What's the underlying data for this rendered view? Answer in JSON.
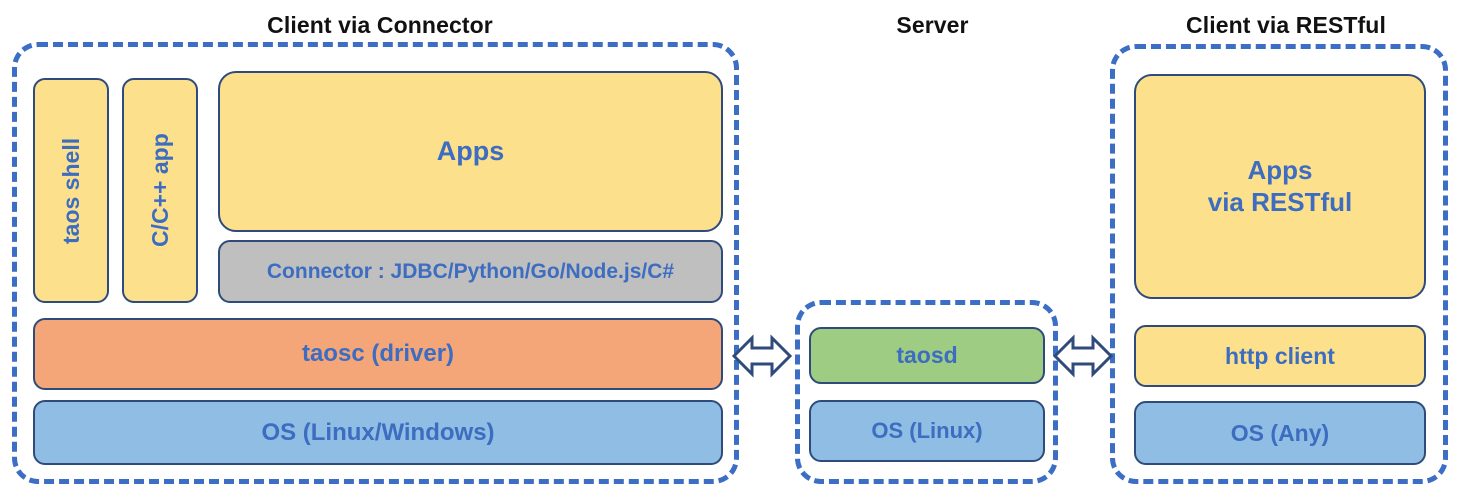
{
  "diagram": {
    "title_connector": "Client via Connector",
    "title_server": "Server",
    "title_restful": "Client via RESTful",
    "colors": {
      "dashed_border": "#3B6EC4",
      "box_border": "#2E4B7B",
      "text_blue": "#3C6DC0",
      "heading_black": "#111111",
      "yellow": "#FDE08C",
      "orange": "#F4A679",
      "blue": "#8FBDE3",
      "green": "#9ECC82",
      "gray": "#BFBFBF",
      "arrow_stroke": "#2E4B7B",
      "arrow_fill": "#FFFFFF"
    },
    "panels": [
      {
        "name": "client-via-connector",
        "label": "Client via Connector",
        "boxes": [
          {
            "name": "taos-shell",
            "label": "taos shell",
            "color": "yellow",
            "orientation": "vertical"
          },
          {
            "name": "cpp-app",
            "label": "C/C++ app",
            "color": "yellow",
            "orientation": "vertical"
          },
          {
            "name": "apps",
            "label": "Apps",
            "color": "yellow",
            "orientation": "horizontal"
          },
          {
            "name": "connector",
            "label": "Connector : JDBC/Python/Go/Node.js/C#",
            "color": "gray",
            "orientation": "horizontal"
          },
          {
            "name": "taosc",
            "label": "taosc (driver)",
            "color": "orange",
            "orientation": "horizontal"
          },
          {
            "name": "os",
            "label": "OS (Linux/Windows)",
            "color": "blue",
            "orientation": "horizontal"
          }
        ]
      },
      {
        "name": "server",
        "label": "Server",
        "boxes": [
          {
            "name": "taosd",
            "label": "taosd",
            "color": "green",
            "orientation": "horizontal"
          },
          {
            "name": "os",
            "label": "OS (Linux)",
            "color": "blue",
            "orientation": "horizontal"
          }
        ]
      },
      {
        "name": "client-via-restful",
        "label": "Client via RESTful",
        "boxes": [
          {
            "name": "apps-via-restful",
            "label": "Apps\nvia RESTful",
            "color": "yellow",
            "orientation": "horizontal"
          },
          {
            "name": "http-client",
            "label": "http client",
            "color": "yellow",
            "orientation": "horizontal"
          },
          {
            "name": "os",
            "label": "OS (Any)",
            "color": "blue",
            "orientation": "horizontal"
          }
        ]
      }
    ],
    "connectors": [
      {
        "name": "connector-to-server",
        "icon": "double-arrow-horizontal-icon",
        "from": "client-via-connector",
        "to": "server"
      },
      {
        "name": "server-to-restful",
        "icon": "double-arrow-horizontal-icon",
        "from": "server",
        "to": "client-via-restful"
      }
    ],
    "labels": {
      "taos_shell": "taos shell",
      "cpp_app": "C/C++ app",
      "apps": "Apps",
      "connector": "Connector : JDBC/Python/Go/Node.js/C#",
      "taosc": "taosc (driver)",
      "os_linux_windows": "OS (Linux/Windows)",
      "taosd": "taosd",
      "os_linux": "OS (Linux)",
      "apps_via_restful_line1": "Apps",
      "apps_via_restful_line2": "via RESTful",
      "http_client": "http client",
      "os_any": "OS (Any)"
    }
  }
}
